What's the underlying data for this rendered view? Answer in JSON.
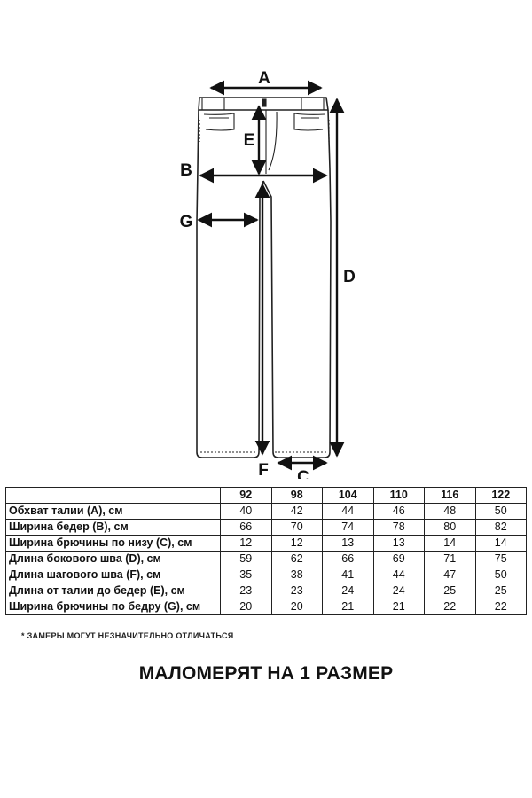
{
  "diagram": {
    "labels": {
      "a": "A",
      "b": "B",
      "c": "C",
      "d": "D",
      "e": "E",
      "f": "F",
      "g": "G"
    }
  },
  "table": {
    "header_blank": "",
    "sizes": [
      "92",
      "98",
      "104",
      "110",
      "116",
      "122"
    ],
    "rows": [
      {
        "label": "Обхват талии (A), см",
        "values": [
          "40",
          "42",
          "44",
          "46",
          "48",
          "50"
        ]
      },
      {
        "label": "Ширина бедер (B), см",
        "values": [
          "66",
          "70",
          "74",
          "78",
          "80",
          "82"
        ]
      },
      {
        "label": "Ширина брючины по низу (C), см",
        "values": [
          "12",
          "12",
          "13",
          "13",
          "14",
          "14"
        ]
      },
      {
        "label": "Длина бокового шва (D), см",
        "values": [
          "59",
          "62",
          "66",
          "69",
          "71",
          "75"
        ]
      },
      {
        "label": "Длина шагового шва (F), см",
        "values": [
          "35",
          "38",
          "41",
          "44",
          "47",
          "50"
        ]
      },
      {
        "label": "Длина от талии до бедер (E), см",
        "values": [
          "23",
          "23",
          "24",
          "24",
          "25",
          "25"
        ]
      },
      {
        "label": "Ширина брючины по бедру (G), см",
        "values": [
          "20",
          "20",
          "21",
          "21",
          "22",
          "22"
        ]
      }
    ]
  },
  "footnote": "* ЗАМЕРЫ МОГУТ НЕЗНАЧИТЕЛЬНО ОТЛИЧАТЬСЯ",
  "fit_note": "МАЛОМЕРЯТ НА 1 РАЗМЕР"
}
